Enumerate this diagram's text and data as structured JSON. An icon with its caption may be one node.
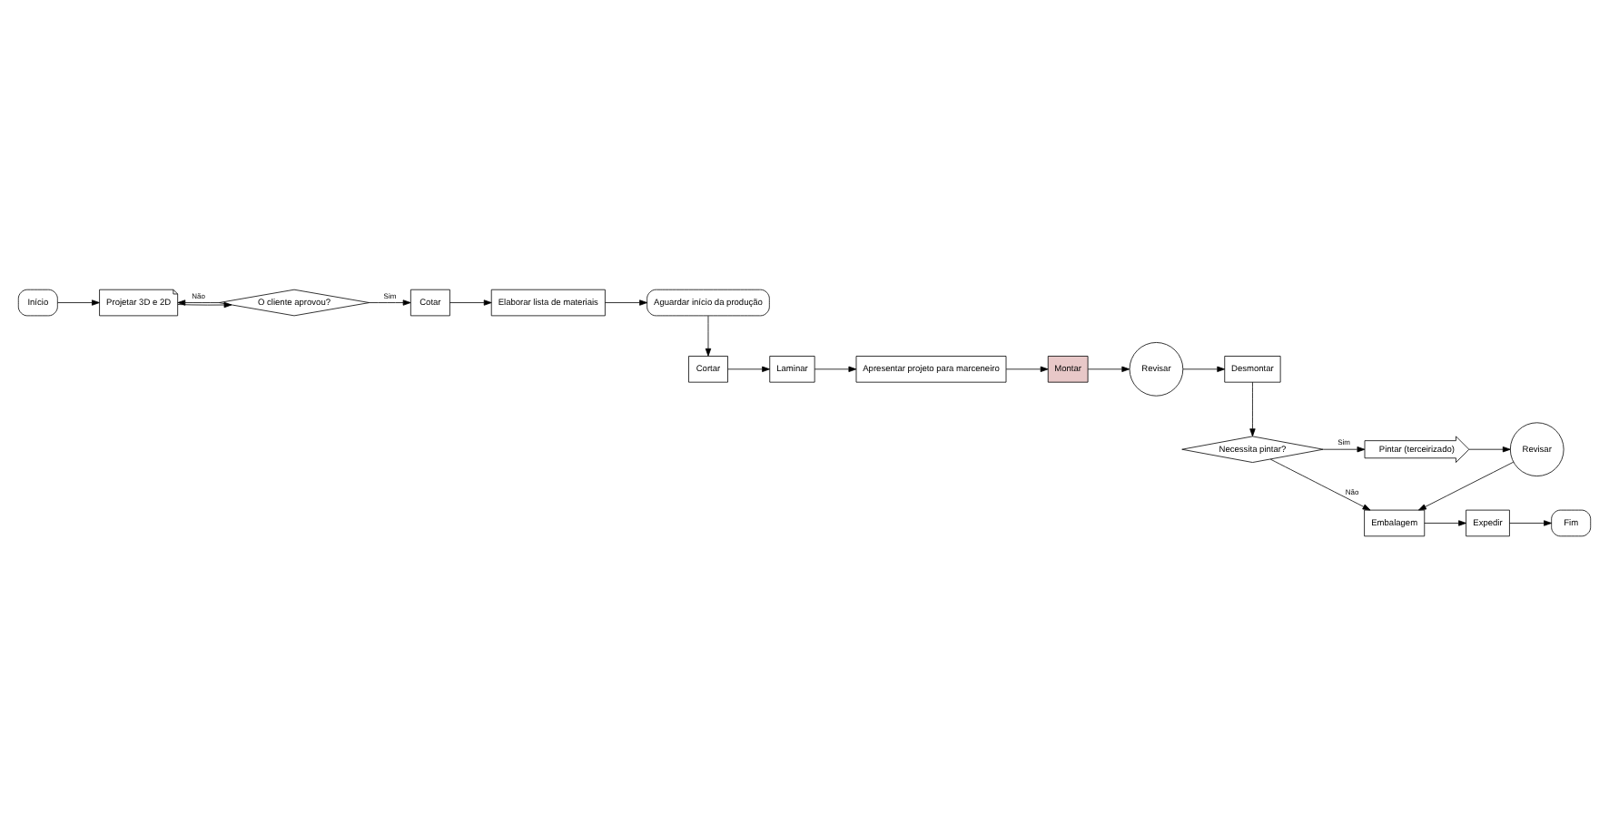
{
  "diagram": {
    "nodes": [
      {
        "text": [
          "Início"
        ]
      },
      {
        "text": [
          "Projetar 3D e 2D"
        ]
      },
      {
        "text": [
          "O cliente aprovou?"
        ]
      },
      {
        "text": [
          "Cotar"
        ]
      },
      {
        "text": [
          "Elaborar lista de materiais"
        ]
      },
      {
        "text": [
          "Aguardar início da produção"
        ]
      },
      {
        "text": [
          "Cortar"
        ]
      },
      {
        "text": [
          "Laminar"
        ]
      },
      {
        "text": [
          "Apresentar projeto para marceneiro"
        ]
      },
      {
        "text": [
          "Montar"
        ]
      },
      {
        "text": [
          "Revisar"
        ]
      },
      {
        "text": [
          "Desmontar"
        ]
      },
      {
        "text": [
          "Necessita pintar?"
        ]
      },
      {
        "text": [
          "Pintar (terceirizado)"
        ]
      },
      {
        "text": [
          "Revisar"
        ]
      },
      {
        "text": [
          "Embalagem"
        ]
      },
      {
        "text": [
          "Expedir"
        ]
      },
      {
        "text": [
          "Fim"
        ]
      }
    ],
    "edges": [
      {
        "from": 0,
        "to": 1,
        "arrow": "to"
      },
      {
        "from": 1,
        "to": 2,
        "arrow": "to"
      },
      {
        "from": 2,
        "to": 3,
        "arrow": "to",
        "label": "Sim"
      },
      {
        "from": 2,
        "to": 1,
        "arrow": "to",
        "label": "Não"
      },
      {
        "from": 3,
        "to": 4,
        "arrow": "to"
      },
      {
        "from": 4,
        "to": 5,
        "arrow": "to"
      },
      {
        "from": 5,
        "to": 6,
        "arrow": "to"
      },
      {
        "from": 6,
        "to": 7,
        "arrow": "to"
      },
      {
        "from": 7,
        "to": 8,
        "arrow": "to"
      },
      {
        "from": 8,
        "to": 9,
        "arrow": "to"
      },
      {
        "from": 9,
        "to": 10,
        "arrow": "to"
      },
      {
        "from": 10,
        "to": 11,
        "arrow": "to"
      },
      {
        "from": 11,
        "to": 12,
        "arrow": "to"
      },
      {
        "from": 12,
        "to": 13,
        "arrow": "to",
        "label": "Sim"
      },
      {
        "from": 13,
        "to": 14,
        "arrow": "to"
      },
      {
        "from": 14,
        "to": 15,
        "arrow": "to"
      },
      {
        "from": 12,
        "to": 15,
        "arrow": "to",
        "label": "Não"
      },
      {
        "from": 15,
        "to": 16,
        "arrow": "to"
      },
      {
        "from": 16,
        "to": 17,
        "arrow": "to"
      }
    ]
  }
}
